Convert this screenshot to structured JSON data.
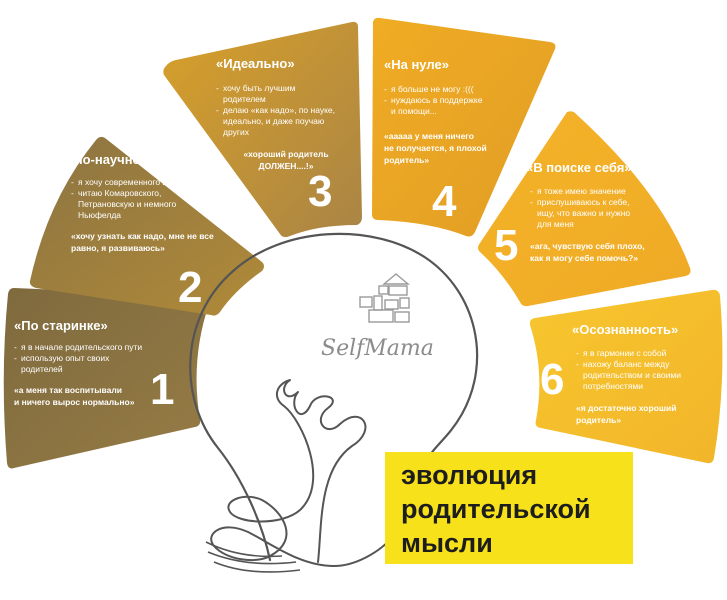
{
  "colors": {
    "stage_1": "#8a7444",
    "stage_2": "#9b7f3e",
    "stage_3": "#c2922d",
    "stage_4": "#e6a526",
    "stage_5": "#f2b02a",
    "stage_6": "#f5c02c",
    "banner": "#f7e11b",
    "bulb_outline": "#555555"
  },
  "logo": {
    "icon": "house-blocks-icon",
    "name": "SelfMama"
  },
  "banner": {
    "line1": "эволюция",
    "line2": "родительской",
    "line3": "мысли"
  },
  "stages": [
    {
      "number": "1",
      "title": "«По старинке»",
      "bullets": [
        "я в начале родительского пути",
        "использую опыт своих\nродителей"
      ],
      "quote": "«а меня так воспитывали\nи ничего вырос нормально»"
    },
    {
      "number": "2",
      "title": "«По-научному»",
      "bullets": [
        "я хочу современного взгляда",
        "читаю Комаровского,\nПетрановскую и немного\nНьюфелда"
      ],
      "quote": "«хочу узнать как надо, мне не все\nравно, я развиваюсь»"
    },
    {
      "number": "3",
      "title": "«Идеально»",
      "bullets": [
        "хочу быть лучшим\nродителем",
        "делаю «как надо», по науке,\nидеально, и даже поучаю\nдругих"
      ],
      "quote": "«хороший родитель\nДОЛЖЕН....!»"
    },
    {
      "number": "4",
      "title": "«На нуле»",
      "bullets": [
        "я больше не могу :(((",
        "нуждаюсь в поддержке\nи помощи..."
      ],
      "quote": "«ааааа у меня ничего\nне получается, я плохой\nродитель»"
    },
    {
      "number": "5",
      "title": "«В поиске себя»",
      "bullets": [
        "я тоже имею значение",
        "прислушиваюсь к себе,\nищу, что важно и нужно\nдля меня"
      ],
      "quote": "«ага, чувствую себя плохо,\nкак я могу себе помочь?»"
    },
    {
      "number": "6",
      "title": "«Осознанность»",
      "bullets": [
        "я в гармонии с собой",
        "нахожу баланс между\nродительством и своими\nпотребностями"
      ],
      "quote": "«я достаточно хороший\nродитель»"
    }
  ]
}
